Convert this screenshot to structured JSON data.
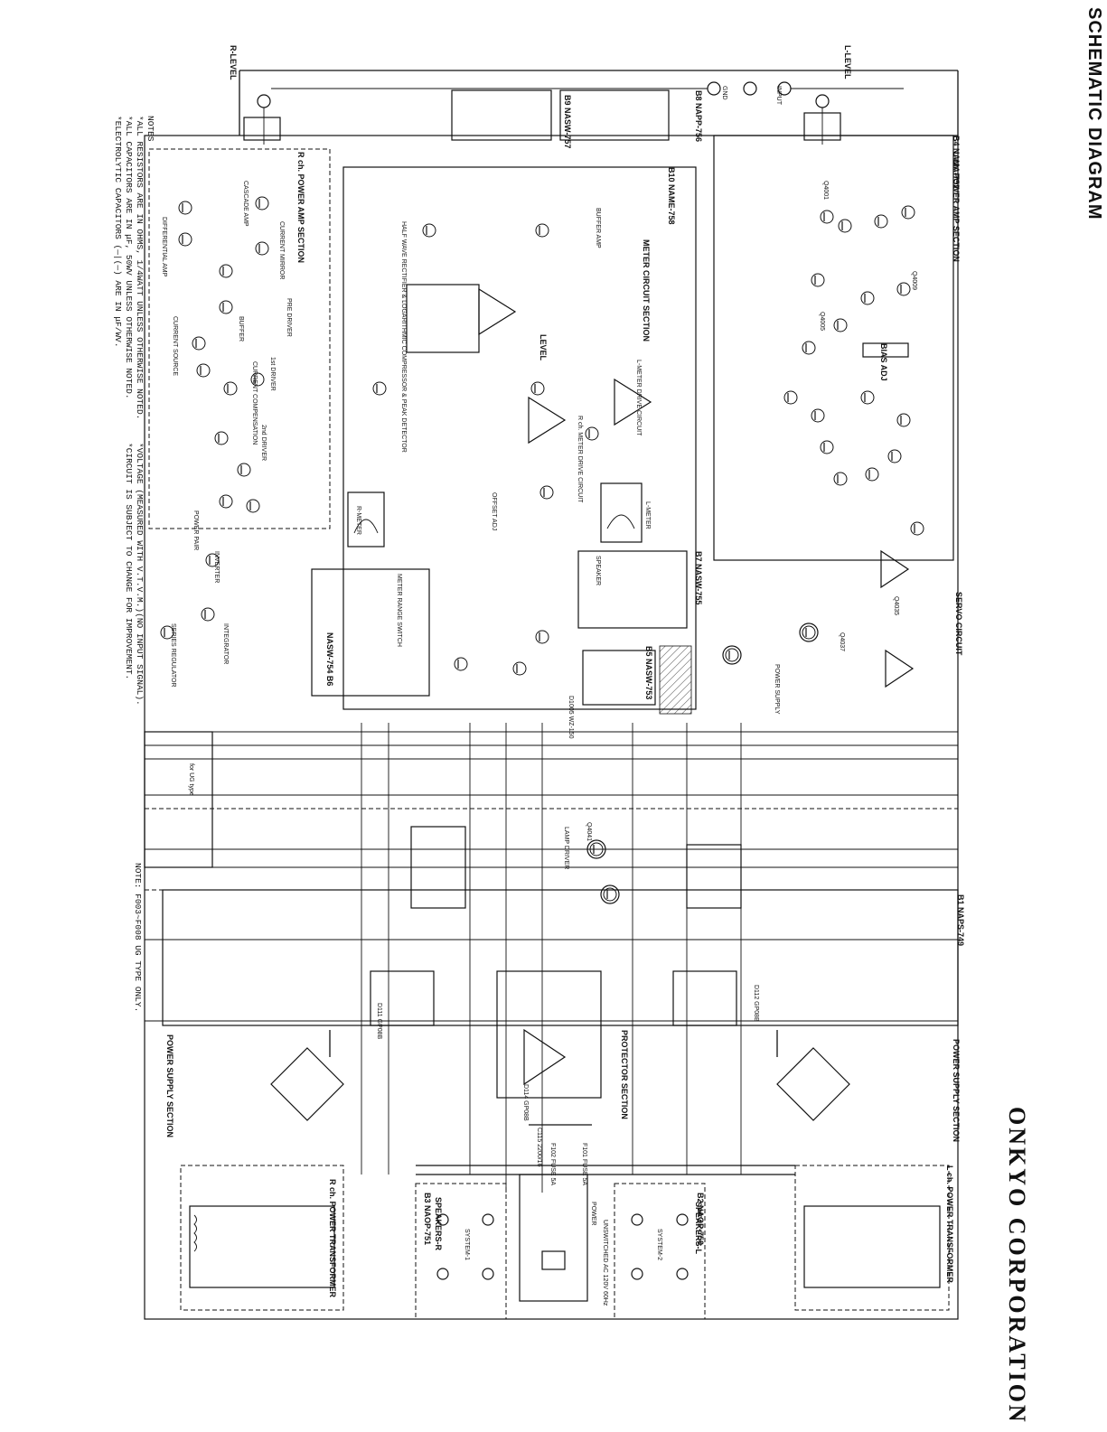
{
  "title": "SCHEMATIC DIAGRAM",
  "brand": "ONKYO CORPORATION",
  "notes": {
    "heading": "NOTES",
    "lines": [
      "*ALL RESISTORS ARE IN OHMS, 1/4WATT UNLESS OTHERWISE NOTED.",
      "*ALL CAPACITORS ARE IN μF, 50WV UNLESS OTHERWISE NOTED.",
      "*ELECTROLYTIC CAPACITORS (—|(—) ARE IN μF/WV."
    ],
    "voltage": "*VOLTAGE (MEASURED WITH V.T.V.M.)(NO INPUT SIGNAL).",
    "circuit": "*CIRCUIT IS SUBJECT TO CHANGE FOR IMPROVEMENT."
  },
  "fuse_note": "NOTE: F003~F008 UG TYPE ONLY.",
  "labels": {
    "r_level": "R-LEVEL",
    "l_level": "L-LEVEL",
    "input": "INPUT",
    "gnd": "GND",
    "r_power_amp": "R ch. POWER AMP SECTION",
    "l_power_amp": "L ch. POWER AMP SECTION",
    "meter_circuit": "METER CIRCUIT SECTION",
    "buffer_amp": "BUFFER AMP",
    "half_wave": "HALF WAVE RECTIFIER & LOGARITHMIC COMPRESSOR & PEAK DETECTOR",
    "meter_drive": "R ch. METER DRIVE CIRCUIT",
    "l_meter_drive": "L-METER DRIVE CIRCUIT",
    "servo": "SERVO CIRCUIT",
    "power_supply": "POWER SUPPLY",
    "bias_adj": "BIAS ADJ",
    "level": "LEVEL",
    "offset_adj": "OFFSET ADJ",
    "protector": "PROTECTOR SECTION",
    "lamp_driver": "LAMP DRIVER",
    "psu_section_r": "POWER SUPPLY SECTION",
    "psu_section_l": "POWER SUPPLY SECTION",
    "r_transformer": "R ch. POWER TRANSFORMER",
    "l_transformer": "L ch. POWER TRANSFORMER",
    "speakers_r": "SPEAKERS-R",
    "speakers_l": "SPEAKERS-L",
    "system1": "SYSTEM-1",
    "system2": "SYSTEM-2",
    "power_switch": "POWER",
    "unswitched": "UNSWITCHED AC 120V 60Hz",
    "meter_range": "METER RANGE SWITCH",
    "r_meter": "R-METER",
    "l_meter": "L-METER",
    "speaker": "SPEAKER",
    "differential": "DIFFERENTIAL AMP",
    "cascade": "CASCADE AMP",
    "current_mirror": "CURRENT MIRROR",
    "pre_driver": "PRE DRIVER",
    "first_driver": "1st DRIVER",
    "second_driver": "2nd DRIVER",
    "power_pair": "POWER PAIR",
    "current_source": "CURRENT SOURCE",
    "buffer": "BUFFER",
    "compensation": "CURRENT COMPENSATION",
    "series_reg": "SERIES REGULATOR",
    "inverter": "INVERTER",
    "integrator": "INTEGRATOR",
    "for_ug": "for UG type"
  },
  "boards": {
    "b1": "B1 NAPS-749",
    "b2": "B2 NAOP-750",
    "b3": "B3 NAOP-751",
    "b4": "B4 NAMA-752",
    "b5": "B5 NASW-753",
    "b6": "NASW-754 B6",
    "b7": "B7 NASW-755",
    "b8": "B8 NAPP-756",
    "b9": "B9 NASW-757",
    "b10": "B10 NAME-758"
  },
  "fuses": {
    "f101": "F101 FUSE 5A",
    "f102": "F102 FUSE 5A"
  },
  "cap": "C115 2200/16",
  "parts": {
    "d114": "D114 GP08B",
    "d111": "D111 GP08B",
    "d112": "D112 GP08B",
    "d1005": "D1005 WZ-150",
    "q4001": "Q4001",
    "q4005": "Q4005",
    "q4009": "Q4009",
    "ic4035": "Q4035",
    "q4037": "Q4037",
    "q4041": "Q4041"
  }
}
